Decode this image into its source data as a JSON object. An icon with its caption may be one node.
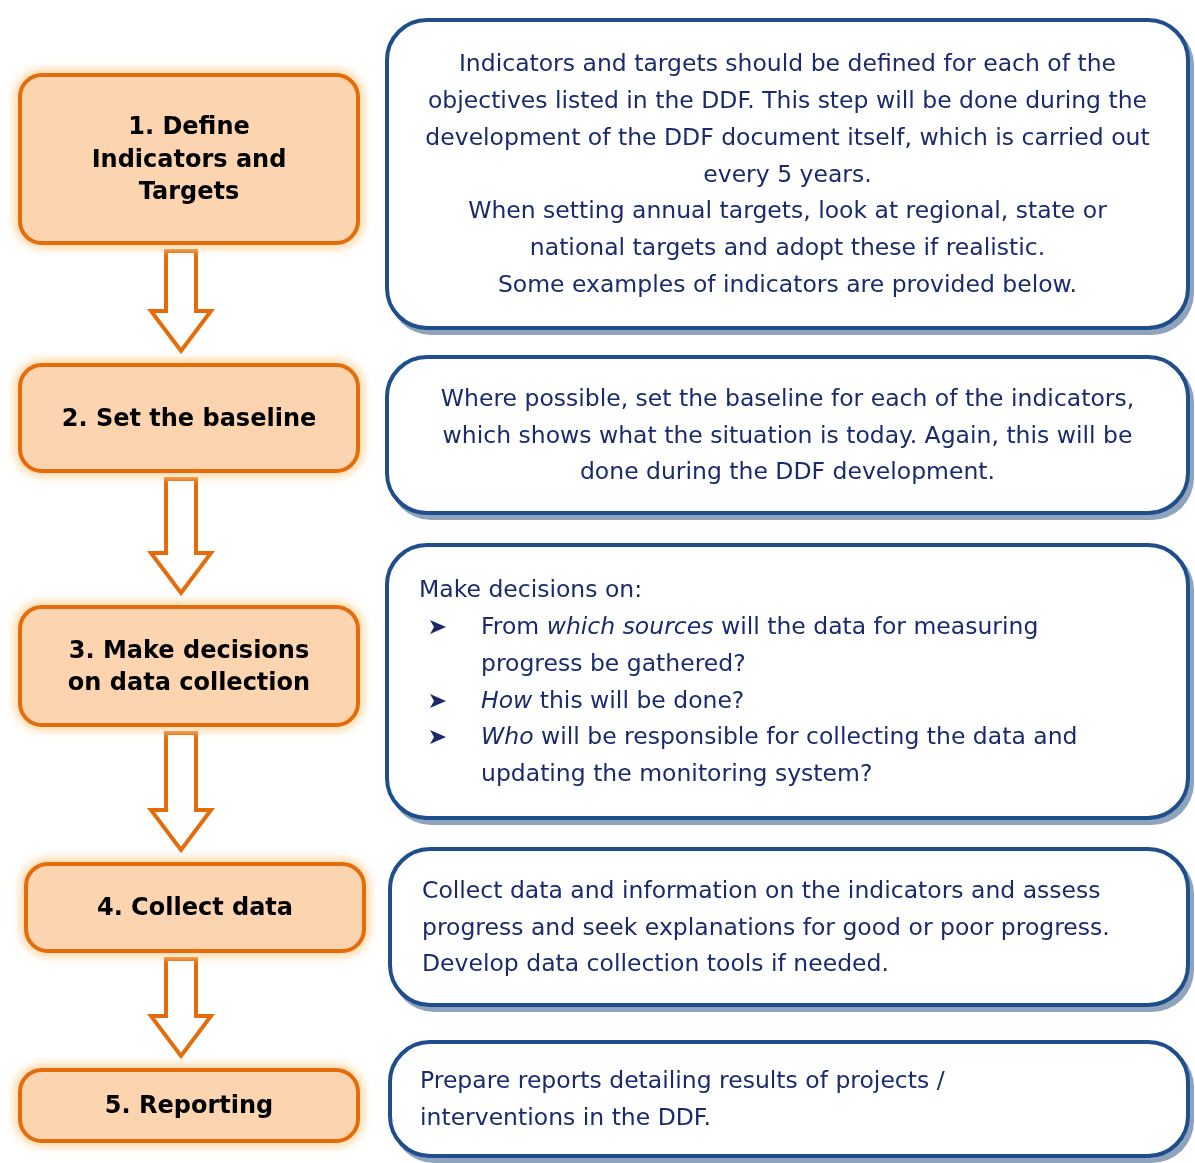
{
  "diagram": {
    "nodes": [
      {
        "text": [
          "1. Define Indicators and Targets"
        ]
      },
      {
        "text": [
          "Indicators and targets should be defined for each of the objectives listed in the DDF. This step will be done during the development of the DDF document itself, which is carried out every 5 years.",
          "When setting annual targets, look at regional, state or national targets and adopt these if realistic.",
          "Some examples of indicators are provided below."
        ]
      },
      {
        "text": [
          "2. Set the baseline"
        ]
      },
      {
        "text": [
          "Where possible, set the baseline for each of the indicators, which shows what the situation is today. Again, this will be done during the DDF development."
        ]
      },
      {
        "text": [
          "3. Make decisions on data collection"
        ]
      },
      {
        "text": [
          "Make decisions on:",
          "From *which sources* will the data for measuring progress be gathered?",
          "*How* this will be done?",
          "*Who* will be responsible for collecting the data and updating the monitoring system?"
        ]
      },
      {
        "text": [
          "4. Collect data"
        ]
      },
      {
        "text": [
          "Collect data and information on the indicators and assess progress and seek explanations for good or poor progress. Develop data collection tools if needed."
        ]
      },
      {
        "text": [
          "5. Reporting"
        ]
      },
      {
        "text": [
          "Prepare reports detailing results of projects / interventions in the DDF."
        ]
      }
    ],
    "edges": [
      {
        "from": 0,
        "to": 2,
        "arrow": "to"
      },
      {
        "from": 2,
        "to": 4,
        "arrow": "to"
      },
      {
        "from": 4,
        "to": 6,
        "arrow": "to"
      },
      {
        "from": 6,
        "to": 8,
        "arrow": "to"
      }
    ]
  }
}
